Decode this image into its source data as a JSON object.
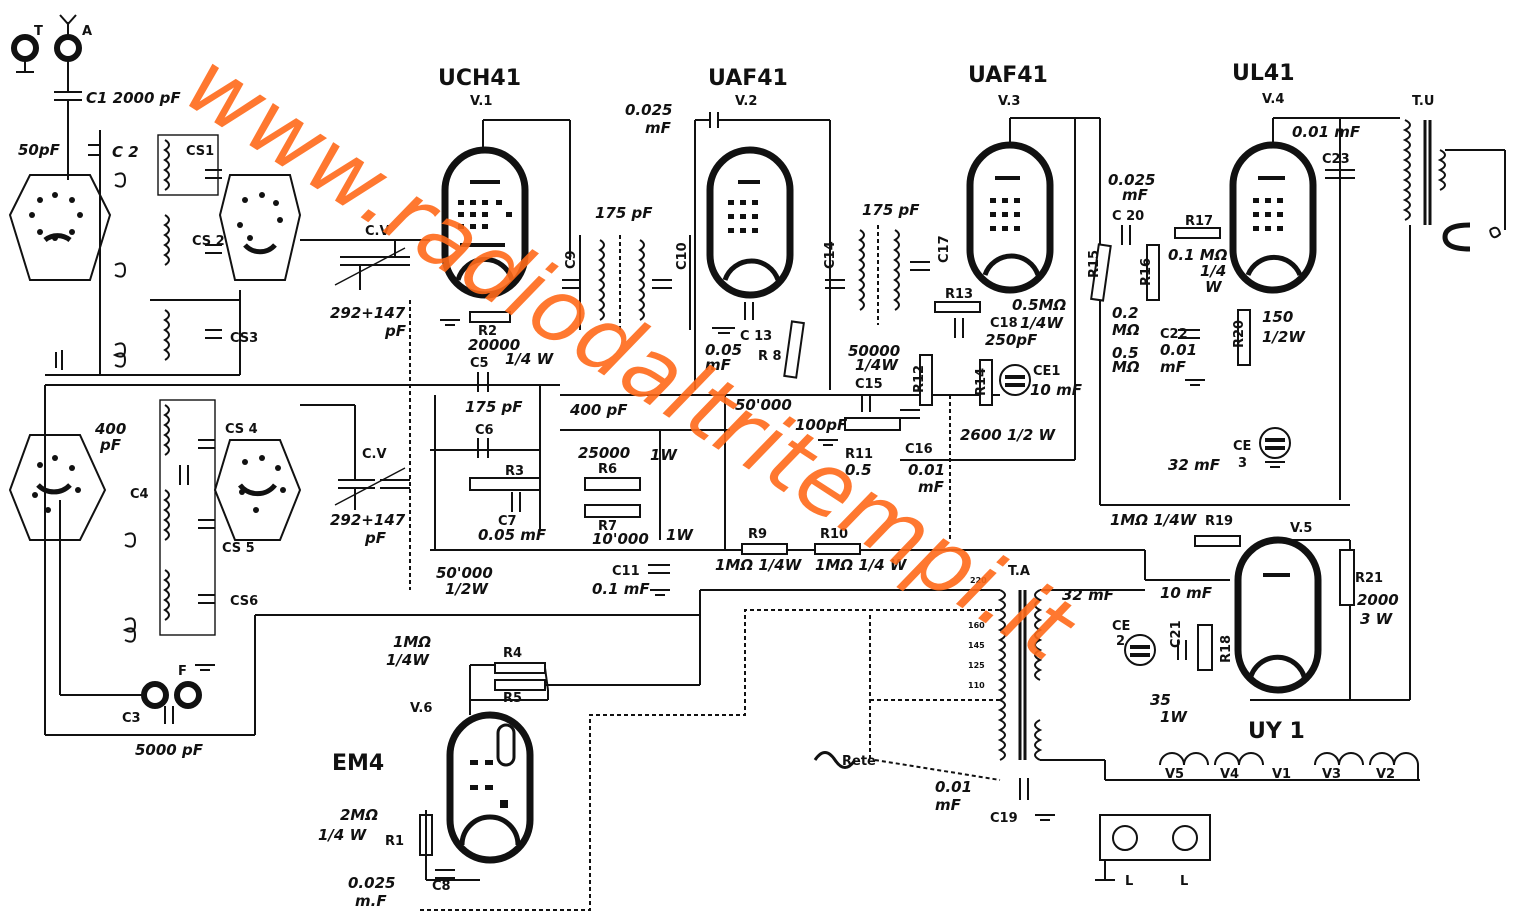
{
  "tubes": {
    "v1": {
      "type": "UCH41",
      "ref": "V.1"
    },
    "v2": {
      "type": "UAF41",
      "ref": "V.2"
    },
    "v3": {
      "type": "UAF41",
      "ref": "V.3"
    },
    "v4": {
      "type": "UL41",
      "ref": "V.4"
    },
    "v5": {
      "type": "UY 1",
      "ref": "V.5"
    },
    "v6": {
      "type": "EM4",
      "ref": "V.6"
    }
  },
  "labels": {
    "t": "T",
    "a": "A",
    "c1": "C1 2000 pF",
    "c50": "50pF",
    "c2": "C 2",
    "cs1": "CS1",
    "cs2": "CS 2",
    "cs3": "CS3",
    "cv1": "C.V",
    "cv1_val": "292+147",
    "cv1_unit": "pF",
    "r2": "R2",
    "r2_val": "20000",
    "r2_w": "1/4 W",
    "c5": "C5",
    "c5_val": "175 pF",
    "c6": "C6",
    "c400a": "400 pF",
    "c400b": "400",
    "c400b_unit": "pF",
    "c4": "C4",
    "cs4": "CS 4",
    "cs5": "CS 5",
    "cs6": "CS6",
    "cv2": "C.V",
    "cv2_val": "292+147",
    "cv2_unit": "pF",
    "r3": "R3",
    "c7": "C7",
    "c7_val": "0.05 mF",
    "r50k": "50'000",
    "r50k_w": "1/2W",
    "r6": "R6",
    "r6_val": "25000",
    "r6_w": "1W",
    "r7": "R7",
    "r7_val": "10'000",
    "r7_w": "1W",
    "c11": "C11",
    "c11_val": "0.1 mF",
    "c3": "C3",
    "c3_val": "5000 pF",
    "f": "F",
    "c0025": "0.025",
    "c0025_unit": "mF",
    "c175a": "175 pF",
    "c9": "C9",
    "c10": "C10",
    "c13": "C 13",
    "c13_val": "0.05",
    "c13_unit": "mF",
    "r8": "R 8",
    "r8_val": "50'000",
    "c14": "C14",
    "c175b": "175 pF",
    "c17": "C17",
    "r13": "R13",
    "r13_val": "0.5MΩ",
    "r13_w": "1/4W",
    "c18": "C18",
    "c18_val": "250pF",
    "r12": "R12",
    "r12_val": "50000",
    "r12_w": "1/4W",
    "c15": "C15",
    "c100": "100pF",
    "r11": "R11",
    "r11_val": "0.5",
    "c16": "C16",
    "c16_val": "0.01",
    "c16_unit": "mF",
    "r14": "R14",
    "r14_val": "2600 1/2 W",
    "ce1": "CE1",
    "ce1_val": "10 mF",
    "c0025b": "0.025",
    "c0025b_unit": "mF",
    "c20": "C 20",
    "r15": "R15",
    "r15_val": "0.2",
    "r15_unit": "MΩ",
    "r16": "R16",
    "r16_val": "0.5",
    "r16_unit": "MΩ",
    "r17": "R17",
    "r17_val": "0.1 MΩ",
    "r17_w": "1/4",
    "r17_w2": "W",
    "c22": "C22",
    "c22_val": "0.01",
    "c22_unit": "mF",
    "r20": "R20",
    "r20_val": "150",
    "r20_w": "1/2W",
    "c001": "0.01 mF",
    "c23": "C23",
    "tu": "T.U",
    "ce3": "CE",
    "ce3_n": "3",
    "ce3_val": "32 mF",
    "r19": "R19",
    "r19_val": "1MΩ 1/4W",
    "r9": "R9",
    "r9_val": "1MΩ 1/4W",
    "r10": "R10",
    "r10_val": "1MΩ 1/4 W",
    "ta": "T.A",
    "ce2": "CE",
    "ce2_n": "2",
    "ce2_val": "32 mF",
    "c21": "C21",
    "c21_val": "10 mF",
    "r18": "R18",
    "r18_val": "35",
    "r18_w": "1W",
    "r21": "R21",
    "r21_val": "2000",
    "r21_w": "3 W",
    "r4": "R4",
    "r5": "R5",
    "r45_val": "1MΩ",
    "r45_w": "1/4W",
    "r1": "R1",
    "r1_val": "2MΩ",
    "r1_w": "1/4 W",
    "c8": "C8",
    "c8_val": "0.025",
    "c8_unit": "m.F",
    "rete": "Rete",
    "c19": "C19",
    "c19_val": "0.01",
    "c19_unit": "mF",
    "tap220": "220",
    "tap160": "160",
    "tap145": "145",
    "tap125": "125",
    "tap110": "110",
    "h_v5": "V5",
    "h_v4": "V4",
    "h_v1": "V1",
    "h_v3": "V3",
    "h_v2": "V2",
    "l1": "L",
    "l2": "L"
  },
  "watermark": "www.radiodaltritempi.it",
  "colors": {
    "ink": "#111111",
    "watermark": "#ff6a1a"
  }
}
